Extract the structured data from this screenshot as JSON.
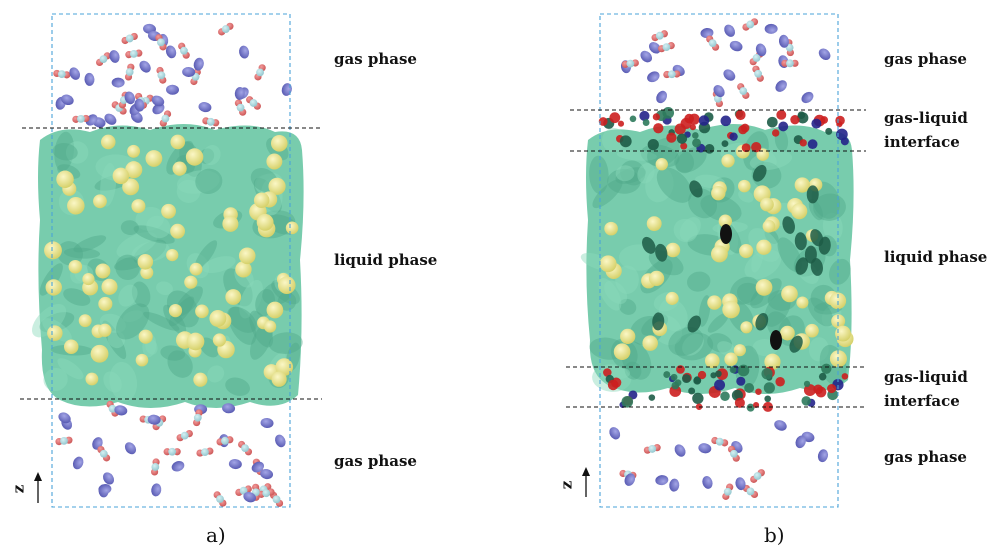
{
  "figure": {
    "panels": [
      {
        "id": "a",
        "caption": "a)",
        "axis_label": "z",
        "labels": {
          "top_gas": "gas phase",
          "liquid": "liquid phase",
          "bottom_gas": "gas phase"
        }
      },
      {
        "id": "b",
        "caption": "b)",
        "axis_label": "z",
        "labels": {
          "top_gas": "gas phase",
          "top_interface_line1": "gas-liquid",
          "top_interface_line2": "interface",
          "liquid": "liquid phase",
          "bottom_interface_line1": "gas-liquid",
          "bottom_interface_line2": "interface",
          "bottom_gas": "gas phase"
        }
      }
    ],
    "colors": {
      "liquid": "#6dc8a6",
      "liquid_dark": "#4fa88a",
      "solute_yellow": "#e8e48a",
      "gas_blue": "#7274c8",
      "co2_end": "#e07a7a",
      "co2_center": "#9fd0d8",
      "interface_red": "#cc1f1f",
      "interface_dark_green": "#1d5c47",
      "interface_dark_blue": "#23238a",
      "black_molecule": "#111111",
      "box_outline": "#4aa3d8",
      "divider": "#111111"
    }
  }
}
